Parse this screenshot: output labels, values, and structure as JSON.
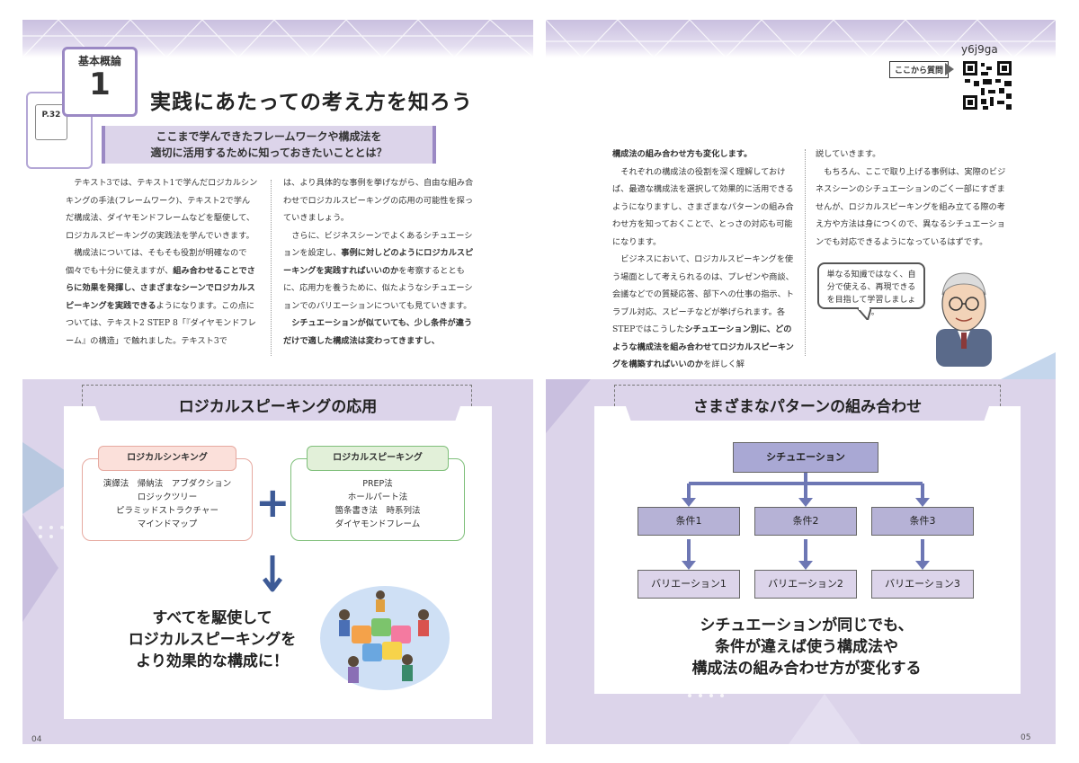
{
  "left_page": {
    "chapter_label": "基本概論",
    "chapter_number": "1",
    "page_ref": "P.32",
    "title": "実践にあたっての考え方を知ろう",
    "lead": [
      "ここまで学んできたフレームワークや構成法を",
      "適切に活用するために知っておきたいこととは？"
    ],
    "col1": [
      "テキスト3では、テキスト1で学んだロジカルシンキングの手法(フレームワーク)、テキスト2で学んだ構成法、ダイヤモンドフレームなどを駆使して、ロジカルスピーキングの実践法を学んでいきます。",
      "構成法については、そもそも役割が明確なので個々でも十分に使えますが、",
      "組み合わせることでさらに効果を発揮し、さまざまなシーンでロジカルスピーキングを実践できる",
      "ようになります。この点については、テキスト2 STEP 8「『ダイヤモンドフレーム』の構造」で触れました。テキスト3で"
    ],
    "col2": [
      "は、より具体的な事例を挙げながら、自由な組み合わせでロジカルスピーキングの応用の可能性を探っていきましょう。",
      "さらに、ビジネスシーンでよくあるシチュエーションを設定し、",
      "事例に対しどのようにロジカルスピーキングを実践すればいいのか",
      "を考察するとともに、応用力を養うために、似たようなシチュエーションでのバリエーションについても見ていきます。",
      "シチュエーションが似ていても、少し条件が違うだけで適した構成法は変わってきますし、"
    ],
    "panel": {
      "title": "ロジカルスピーキングの応用",
      "thinking_title": "ロジカルシンキング",
      "thinking_items": [
        "演繹法　帰納法　アブダクション",
        "ロジックツリー",
        "ピラミッドストラクチャー",
        "マインドマップ"
      ],
      "speaking_title": "ロジカルスピーキング",
      "speaking_items": [
        "PREP法",
        "ホールパート法",
        "箇条書き法　時系列法",
        "ダイヤモンドフレーム"
      ],
      "plus": "+",
      "summary": [
        "すべてを駆使して",
        "ロジカルスピーキングを",
        "より効果的な構成に！"
      ]
    },
    "page_number": "04"
  },
  "right_page": {
    "qr_label": "ここから質問",
    "qr_code_text": "y6j9ga",
    "col1": [
      "構成法の組み合わせ方も変化します。",
      "それぞれの構成法の役割を深く理解しておけば、最適な構成法を選択して効果的に活用できるようになりますし、さまざまなパターンの組み合わせ方を知っておくことで、とっさの対応も可能になります。",
      "ビジネスにおいて、ロジカルスピーキングを使う場面として考えられるのは、プレゼンや商談、会議などでの質疑応答、部下への仕事の指示、トラブル対応、スピーチなどが挙げられます。各STEPではこうした",
      "シチュエーション別に、どのような構成法を組み合わせてロジカルスピーキングを構築すればいいのか",
      "を詳しく解"
    ],
    "col2": [
      "説していきます。",
      "もちろん、ここで取り上げる事例は、実際のビジネスシーンのシチュエーションのごく一部にすぎませんが、ロジカルスピーキングを組み立てる際の考え方や方法は身につくので、異なるシチュエーションでも対応できるようになっているはずです。"
    ],
    "speech": "単なる知識ではなく、自分で使える、再現できるを目指して学習しましょう。",
    "panel": {
      "title": "さまざまなパターンの組み合わせ",
      "situation": "シチュエーション",
      "conditions": [
        "条件1",
        "条件2",
        "条件3"
      ],
      "variations": [
        "バリエーション1",
        "バリエーション2",
        "バリエーション3"
      ],
      "summary": [
        "シチュエーションが同じでも、",
        "条件が違えば使う構成法や",
        "構成法の組み合わせ方が変化する"
      ]
    },
    "page_number": "05"
  },
  "colors": {
    "accent": "#9b89c4",
    "panel_bg": "#dcd4ea",
    "flow_box": "#b6b2d6",
    "arrow": "#6d77b4",
    "plus": "#3d5a96"
  }
}
